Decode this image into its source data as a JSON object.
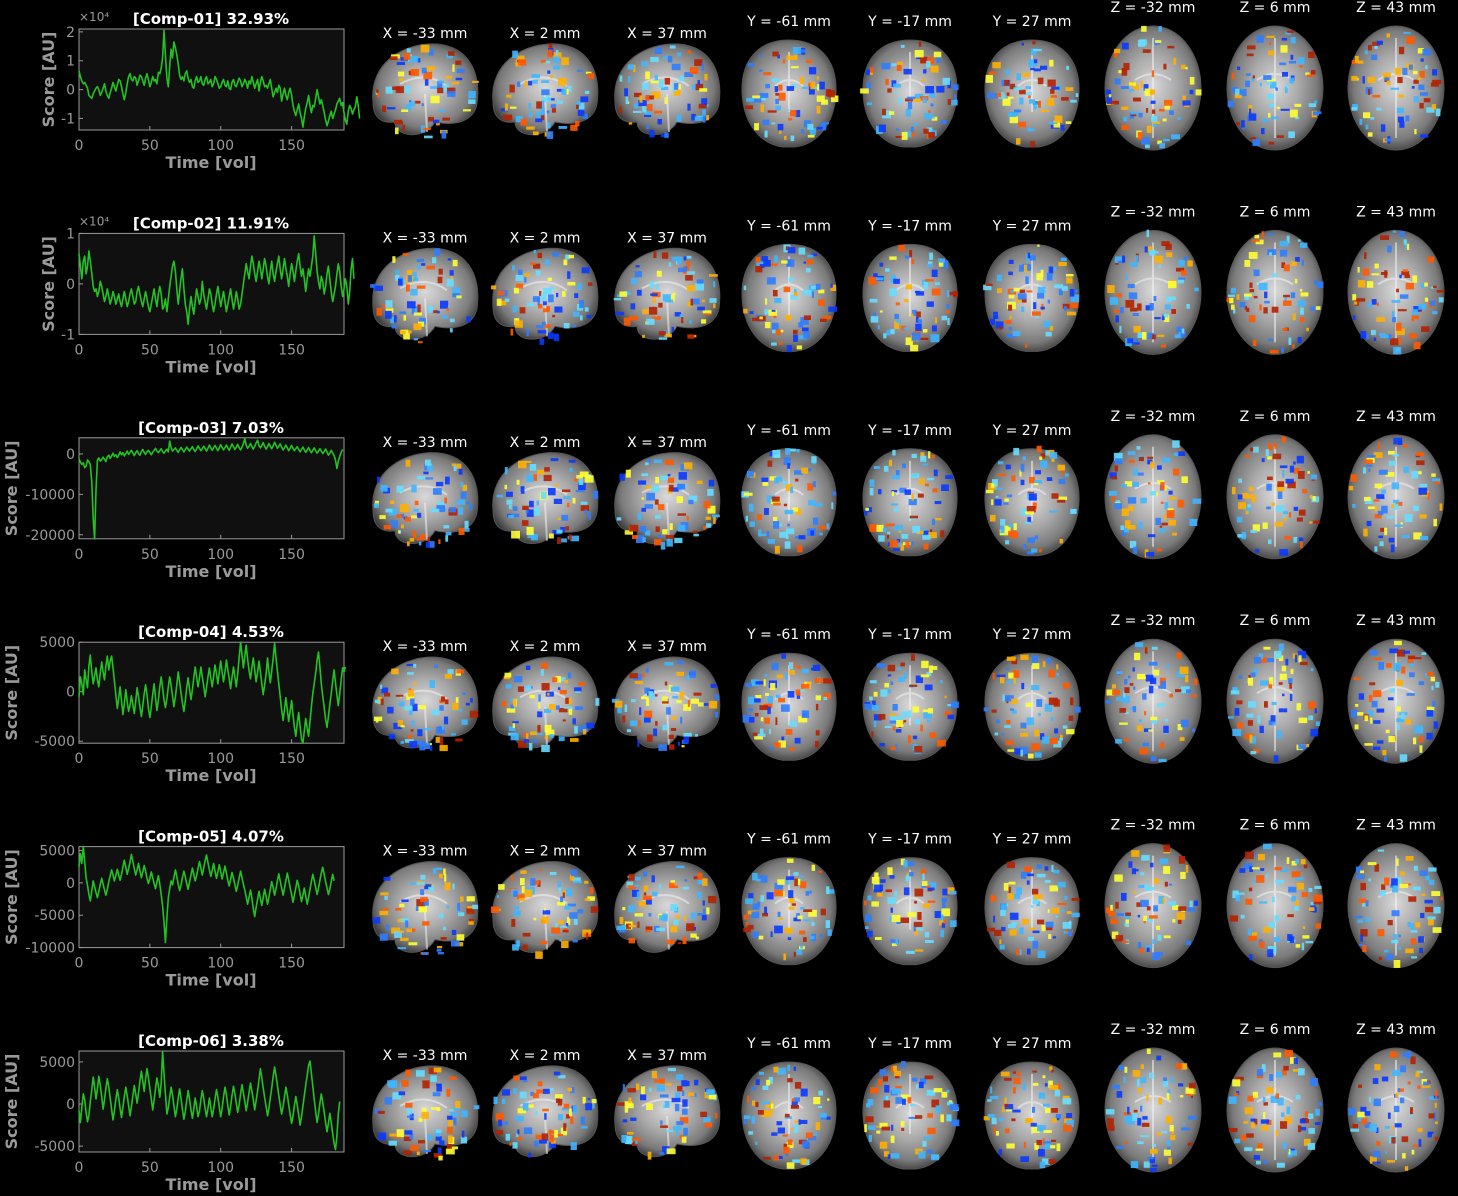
{
  "figure": {
    "axis_color": "#9a9a9a",
    "line_color": "#22c322",
    "panel_bg": "#101010",
    "positive_colormap": [
      "#b22200",
      "#ff5a00",
      "#ffb000",
      "#ffff33"
    ],
    "negative_colormap": [
      "#0a3aff",
      "#2f7dff",
      "#3fb6ff",
      "#66ddff"
    ],
    "brain_tones": [
      "#2b2b2b",
      "#6f6f6f",
      "#a7a7a7",
      "#dcdcdc"
    ]
  },
  "slice_labels": [
    "X = -33 mm",
    "X = 2 mm",
    "X = 37 mm",
    "Y = -61 mm",
    "Y = -17 mm",
    "Y = 27 mm",
    "Z = -32 mm",
    "Z = 6 mm",
    "Z = 43 mm"
  ],
  "chart_data": [
    {
      "type": "line",
      "title": "[Comp-01] 32.93%",
      "xlabel": "Time [vol]",
      "ylabel": "Score [AU]",
      "exponent_label": "×10⁴",
      "xlim": [
        0,
        187
      ],
      "ylim": [
        -1.4,
        2.1
      ],
      "xticks": [
        0,
        50,
        100,
        150
      ],
      "yticks": [
        2,
        1,
        0,
        -1
      ],
      "ytick_labels": [
        "2",
        "1",
        "0",
        "-1"
      ],
      "x_step": 1,
      "y": [
        0.65,
        0.45,
        0.3,
        0.2,
        0.25,
        0.15,
        0.05,
        -0.2,
        -0.25,
        -0.3,
        -0.15,
        -0.05,
        0.05,
        0.1,
        0.0,
        -0.2,
        -0.1,
        0.05,
        0.2,
        -0.05,
        -0.2,
        -0.3,
        -0.1,
        0.05,
        0.25,
        0.1,
        -0.05,
        0.15,
        0.35,
        0.3,
        0.1,
        -0.15,
        -0.35,
        -0.1,
        0.2,
        0.45,
        0.55,
        0.35,
        0.3,
        0.45,
        0.4,
        0.15,
        0.3,
        0.5,
        0.45,
        0.3,
        0.15,
        0.4,
        0.55,
        0.35,
        0.1,
        0.25,
        0.45,
        0.3,
        0.35,
        0.2,
        0.6,
        0.55,
        0.75,
        1.1,
        2.05,
        1.2,
        0.4,
        0.1,
        0.8,
        1.4,
        1.1,
        1.65,
        1.45,
        1.2,
        0.9,
        0.5,
        0.35,
        0.45,
        0.3,
        0.55,
        0.65,
        0.4,
        0.25,
        0.35,
        0.1,
        0.05,
        0.3,
        0.45,
        0.25,
        0.3,
        0.45,
        0.2,
        0.15,
        0.35,
        0.45,
        0.2,
        0.25,
        0.35,
        0.1,
        0.2,
        0.45,
        0.35,
        0.2,
        0.05,
        0.1,
        0.25,
        0.35,
        0.15,
        0.1,
        0.3,
        0.05,
        0.0,
        0.25,
        0.35,
        0.15,
        0.1,
        0.25,
        0.4,
        0.3,
        0.1,
        0.2,
        0.35,
        0.25,
        0.05,
        0.3,
        0.2,
        0.45,
        0.25,
        0.05,
        0.2,
        0.35,
        -0.05,
        0.25,
        0.45,
        0.3,
        0.1,
        0.15,
        0.05,
        0.2,
        0.35,
        0.05,
        -0.25,
        -0.1,
        0.05,
        -0.1,
        0.15,
        0.05,
        -0.4,
        -0.15,
        0.05,
        -0.2,
        -0.35,
        -0.1,
        0.05,
        -0.2,
        -0.55,
        -0.75,
        -0.9,
        -0.7,
        -0.5,
        -0.8,
        -1.0,
        -1.3,
        -0.95,
        -0.65,
        -0.45,
        -0.2,
        -0.55,
        -0.8,
        -0.55,
        -0.6,
        -0.3,
        0.0,
        -0.25,
        -0.5,
        -0.35,
        -0.55,
        -0.8,
        -1.05,
        -1.25,
        -1.1,
        -0.9,
        -0.75,
        -1.0,
        -0.85,
        -0.7,
        -0.5,
        -0.4,
        -0.3,
        -0.55,
        -0.45,
        -0.8,
        -1.05,
        -1.2,
        -0.75,
        -0.55,
        -0.65,
        -0.85,
        -0.7,
        -0.6,
        -0.25,
        -0.55,
        -1.0
      ]
    },
    {
      "type": "line",
      "title": "[Comp-02] 11.91%",
      "xlabel": "Time [vol]",
      "ylabel": "Score [AU]",
      "exponent_label": "×10⁴",
      "xlim": [
        0,
        187
      ],
      "ylim": [
        -1.0,
        1.0
      ],
      "xticks": [
        0,
        50,
        100,
        150
      ],
      "yticks": [
        1,
        0,
        -1
      ],
      "ytick_labels": [
        "1",
        "0",
        "-1"
      ],
      "x_step": 1,
      "y": [
        0.6,
        0.35,
        0.1,
        0.45,
        0.55,
        0.2,
        0.35,
        0.65,
        0.45,
        0.2,
        -0.05,
        -0.15,
        -0.1,
        -0.25,
        -0.15,
        0.05,
        -0.05,
        -0.2,
        -0.35,
        -0.25,
        -0.1,
        -0.25,
        -0.4,
        -0.3,
        -0.15,
        -0.25,
        -0.4,
        -0.3,
        -0.2,
        -0.35,
        -0.45,
        -0.3,
        -0.15,
        -0.3,
        -0.45,
        -0.35,
        -0.2,
        -0.1,
        -0.25,
        -0.4,
        -0.35,
        -0.15,
        -0.05,
        -0.2,
        -0.35,
        -0.45,
        -0.3,
        -0.15,
        -0.3,
        -0.45,
        -0.55,
        -0.4,
        -0.25,
        -0.1,
        -0.3,
        -0.45,
        -0.2,
        -0.05,
        -0.2,
        -0.5,
        -0.45,
        -0.3,
        -0.55,
        -0.3,
        -0.05,
        0.15,
        0.35,
        0.45,
        0.25,
        -0.1,
        -0.4,
        -0.15,
        0.1,
        0.3,
        -0.1,
        -0.4,
        -0.55,
        -0.8,
        -0.5,
        -0.25,
        -0.45,
        -0.6,
        -0.35,
        -0.1,
        -0.25,
        -0.4,
        -0.3,
        0.05,
        -0.2,
        -0.35,
        -0.5,
        -0.3,
        -0.1,
        -0.2,
        -0.4,
        -0.55,
        -0.4,
        -0.2,
        -0.05,
        -0.25,
        -0.45,
        -0.3,
        -0.15,
        -0.35,
        -0.55,
        -0.4,
        -0.25,
        -0.1,
        -0.3,
        -0.5,
        -0.35,
        -0.15,
        -0.3,
        -0.5,
        -0.4,
        -0.2,
        0.0,
        0.2,
        0.4,
        0.25,
        0.1,
        0.35,
        0.55,
        0.4,
        0.2,
        0.05,
        0.25,
        0.45,
        0.3,
        0.1,
        0.3,
        0.5,
        0.35,
        0.15,
        0.0,
        0.25,
        0.45,
        0.2,
        0.05,
        0.25,
        0.4,
        0.55,
        0.3,
        0.1,
        0.3,
        0.5,
        0.3,
        0.15,
        -0.05,
        0.2,
        0.4,
        0.25,
        0.05,
        0.25,
        0.45,
        0.6,
        0.35,
        0.15,
        0.3,
        0.1,
        -0.15,
        0.1,
        0.3,
        0.15,
        0.35,
        0.55,
        0.95,
        0.6,
        0.25,
        0.05,
        -0.1,
        0.15,
        0.05,
        -0.2,
        -0.05,
        0.2,
        0.35,
        0.1,
        -0.15,
        -0.35,
        -0.2,
        -0.05,
        0.2,
        0.4,
        0.25,
        -0.05,
        -0.25,
        -0.1,
        0.1,
        -0.05,
        -0.4,
        -0.15,
        0.3,
        0.5,
        0.1
      ]
    },
    {
      "type": "line",
      "title": "[Comp-03] 7.03%",
      "xlabel": "Time [vol]",
      "ylabel": "Score [AU]",
      "exponent_label": "",
      "xlim": [
        0,
        187
      ],
      "ylim": [
        -21000,
        4000
      ],
      "xticks": [
        0,
        50,
        100,
        150
      ],
      "yticks": [
        0,
        -10000,
        -20000
      ],
      "ytick_labels": [
        "0",
        "-10000",
        "-20000"
      ],
      "x_step": 1,
      "y": [
        -1200,
        -2000,
        -2600,
        -2200,
        -3400,
        -3000,
        -1500,
        -1900,
        -2600,
        -7000,
        -16000,
        -21000,
        -9000,
        -1500,
        -1000,
        -1800,
        -1400,
        -800,
        -1300,
        -1900,
        -700,
        -300,
        -1100,
        -500,
        200,
        -600,
        -200,
        -900,
        -300,
        500,
        -200,
        300,
        -500,
        100,
        700,
        -100,
        400,
        900,
        200,
        -400,
        300,
        800,
        100,
        -300,
        600,
        1100,
        400,
        -100,
        500,
        900,
        300,
        -200,
        400,
        900,
        1400,
        700,
        300,
        800,
        1300,
        600,
        200,
        700,
        1200,
        500,
        3200,
        1600,
        700,
        1100,
        1500,
        900,
        400,
        1000,
        1600,
        1100,
        500,
        1100,
        1700,
        1200,
        700,
        1300,
        1800,
        1100,
        600,
        1200,
        2000,
        1400,
        800,
        1300,
        1900,
        1300,
        700,
        1400,
        2200,
        1500,
        900,
        1500,
        2100,
        1400,
        800,
        1500,
        2300,
        1600,
        1000,
        1600,
        2200,
        1500,
        900,
        1700,
        2500,
        1800,
        1100,
        1700,
        2400,
        1600,
        1000,
        1700,
        2600,
        3800,
        2200,
        1400,
        1900,
        2600,
        1800,
        1200,
        1900,
        2700,
        3400,
        2100,
        1500,
        2100,
        2800,
        1900,
        1200,
        1800,
        2600,
        1900,
        1300,
        2000,
        2900,
        2200,
        1400,
        1900,
        2500,
        1700,
        1000,
        1500,
        2200,
        1500,
        800,
        1400,
        2100,
        1400,
        800,
        1300,
        1800,
        1100,
        500,
        1100,
        1700,
        1000,
        400,
        1000,
        1600,
        900,
        300,
        900,
        1500,
        800,
        200,
        700,
        1300,
        700,
        100,
        600,
        1200,
        500,
        -300,
        200,
        900,
        200,
        -400,
        -1500,
        -3600,
        -1800,
        -600,
        400,
        1100
      ]
    },
    {
      "type": "line",
      "title": "[Comp-04] 4.53%",
      "xlabel": "Time [vol]",
      "ylabel": "Score [AU]",
      "exponent_label": "",
      "xlim": [
        0,
        187
      ],
      "ylim": [
        -5200,
        5000
      ],
      "xticks": [
        0,
        50,
        100,
        150
      ],
      "yticks": [
        5000,
        0,
        -5000
      ],
      "ytick_labels": [
        "5000",
        "0",
        "-5000"
      ],
      "x_step": 1,
      "y": [
        -500,
        1500,
        800,
        -300,
        2200,
        1200,
        400,
        2600,
        3700,
        2000,
        800,
        1600,
        2400,
        1200,
        500,
        1900,
        3000,
        2000,
        1200,
        2600,
        3600,
        2200,
        3100,
        3600,
        2400,
        1100,
        -300,
        -1700,
        -600,
        500,
        -900,
        -2300,
        -1200,
        200,
        -1000,
        -2000,
        -1400,
        -400,
        -1300,
        -2200,
        -1000,
        400,
        -500,
        -1500,
        -2500,
        -1400,
        -200,
        700,
        -300,
        -1700,
        -2600,
        -1500,
        -300,
        800,
        -600,
        -1900,
        -800,
        500,
        1500,
        400,
        -800,
        -1600,
        -700,
        500,
        1500,
        600,
        -400,
        -1500,
        -500,
        700,
        2000,
        1000,
        -100,
        -1100,
        -2000,
        -900,
        400,
        1400,
        300,
        -800,
        200,
        1400,
        2500,
        1500,
        500,
        1400,
        2500,
        1500,
        600,
        -500,
        400,
        1500,
        2400,
        1400,
        500,
        1500,
        2700,
        1800,
        800,
        2000,
        3100,
        2000,
        1000,
        2000,
        3200,
        2200,
        1300,
        300,
        1400,
        2500,
        1500,
        500,
        1800,
        3400,
        5000,
        3700,
        2400,
        3600,
        4700,
        3300,
        2100,
        1300,
        2400,
        3400,
        2200,
        1000,
        2000,
        3100,
        2000,
        800,
        -300,
        700,
        1800,
        3400,
        2000,
        900,
        2100,
        3300,
        4900,
        3400,
        2100,
        800,
        -500,
        -1800,
        -2900,
        -1800,
        -600,
        -1800,
        -3000,
        -2000,
        -900,
        -2300,
        -3600,
        -4500,
        -3200,
        -2100,
        -3500,
        -4800,
        -5200,
        -4000,
        -2700,
        -3700,
        -4500,
        -3000,
        -1500,
        -200,
        800,
        1900,
        3200,
        4000,
        2500,
        800,
        -400,
        -1600,
        -2800,
        -3600,
        -2500,
        -1300,
        -200,
        1100,
        2200,
        900,
        -300,
        -1400,
        -200,
        1200,
        2400,
        2000,
        2500
      ]
    },
    {
      "type": "line",
      "title": "[Comp-05] 4.07%",
      "xlabel": "Time [vol]",
      "ylabel": "Score [AU]",
      "exponent_label": "",
      "xlim": [
        0,
        187
      ],
      "ylim": [
        -10000,
        5600
      ],
      "xticks": [
        0,
        50,
        100,
        150
      ],
      "yticks": [
        5000,
        0,
        -5000,
        -10000
      ],
      "ytick_labels": [
        "5000",
        "0",
        "-5000",
        "-10000"
      ],
      "x_step": 1,
      "y": [
        2500,
        4500,
        3000,
        5600,
        3200,
        800,
        -400,
        -1800,
        -2800,
        -1200,
        300,
        -600,
        -1500,
        -2300,
        -1300,
        -200,
        700,
        -200,
        -1100,
        -1900,
        -1000,
        200,
        1100,
        2000,
        1200,
        300,
        1100,
        2100,
        1200,
        400,
        1300,
        2400,
        3500,
        2400,
        1300,
        2200,
        3200,
        4400,
        3300,
        2200,
        1200,
        2000,
        3000,
        1900,
        800,
        1700,
        2700,
        1800,
        700,
        -100,
        700,
        1700,
        800,
        -100,
        -900,
        100,
        1100,
        -200,
        -1800,
        -3600,
        -6000,
        -9200,
        -5400,
        -2300,
        -900,
        300,
        -300,
        800,
        2000,
        1000,
        -200,
        -1200,
        -300,
        800,
        1800,
        900,
        -100,
        -1000,
        100,
        1200,
        2300,
        1300,
        300,
        1100,
        2200,
        3300,
        2300,
        1200,
        2300,
        3400,
        4300,
        3100,
        2000,
        1000,
        1900,
        3000,
        1800,
        700,
        1700,
        2800,
        1700,
        600,
        1500,
        2600,
        1500,
        400,
        -500,
        500,
        1600,
        700,
        -300,
        -1300,
        -400,
        700,
        1800,
        800,
        -200,
        -1100,
        -2200,
        -3300,
        -2200,
        -1100,
        -2400,
        -4000,
        -5200,
        -3800,
        -2500,
        -1300,
        -2400,
        -3500,
        -2300,
        -1000,
        -2100,
        -3300,
        -2200,
        -1000,
        200,
        -700,
        -1900,
        -900,
        300,
        1400,
        300,
        -800,
        -1900,
        -800,
        400,
        1500,
        400,
        -700,
        -1800,
        -3000,
        -1900,
        -800,
        400,
        -500,
        -1700,
        -2900,
        -1900,
        -800,
        -2000,
        -3300,
        -2200,
        -1000,
        200,
        1300,
        400,
        -700,
        -1800,
        -800,
        400,
        1500,
        2400,
        1300,
        200,
        -800,
        -1800,
        -1000,
        200,
        1300,
        300
      ]
    },
    {
      "type": "line",
      "title": "[Comp-06] 3.38%",
      "xlabel": "Time [vol]",
      "ylabel": "Score [AU]",
      "exponent_label": "",
      "xlim": [
        0,
        187
      ],
      "ylim": [
        -5700,
        6300
      ],
      "xticks": [
        0,
        50,
        100,
        150
      ],
      "yticks": [
        5000,
        0,
        -5000
      ],
      "ytick_labels": [
        "5000",
        "0",
        "-5000"
      ],
      "x_step": 1,
      "y": [
        -800,
        -2200,
        -400,
        1200,
        500,
        -1000,
        -2100,
        -1300,
        300,
        1700,
        3200,
        2000,
        600,
        1800,
        3300,
        2200,
        900,
        -600,
        500,
        1900,
        3000,
        2000,
        700,
        -600,
        -1900,
        -800,
        500,
        1700,
        700,
        -500,
        -1600,
        -400,
        900,
        2000,
        1000,
        -200,
        -1400,
        -300,
        1000,
        2200,
        1200,
        100,
        1300,
        2700,
        3900,
        2700,
        1500,
        3000,
        4200,
        3100,
        1800,
        600,
        -700,
        500,
        1800,
        3100,
        2100,
        800,
        2500,
        6300,
        3600,
        1200,
        -1200,
        -400,
        800,
        2000,
        1100,
        -200,
        -1500,
        -600,
        700,
        1800,
        700,
        -600,
        -1800,
        -900,
        400,
        1600,
        600,
        -700,
        -1700,
        -600,
        700,
        -300,
        -1500,
        -800,
        500,
        1600,
        700,
        -500,
        -1500,
        -500,
        700,
        -400,
        -1500,
        -600,
        600,
        1700,
        800,
        -400,
        -1500,
        -500,
        800,
        2000,
        1100,
        -200,
        -1300,
        -300,
        1000,
        2100,
        1200,
        100,
        -1000,
        -100,
        1200,
        2300,
        1300,
        300,
        -800,
        200,
        1400,
        2500,
        1500,
        500,
        -700,
        400,
        1600,
        2900,
        4200,
        3100,
        1900,
        800,
        -300,
        -1400,
        -500,
        700,
        1900,
        3200,
        4400,
        3400,
        2200,
        1000,
        -100,
        -1200,
        -300,
        900,
        2000,
        1100,
        -100,
        -1200,
        -2300,
        -1400,
        -200,
        900,
        -100,
        -1300,
        -2500,
        -1500,
        -300,
        1000,
        2200,
        3400,
        4600,
        5100,
        3600,
        2100,
        600,
        -900,
        -2200,
        -1200,
        100,
        1200,
        200,
        -1000,
        -2200,
        -3300,
        -2300,
        -1100,
        -2200,
        -3500,
        -4700,
        -5400,
        -3800,
        -1200,
        300
      ]
    }
  ]
}
